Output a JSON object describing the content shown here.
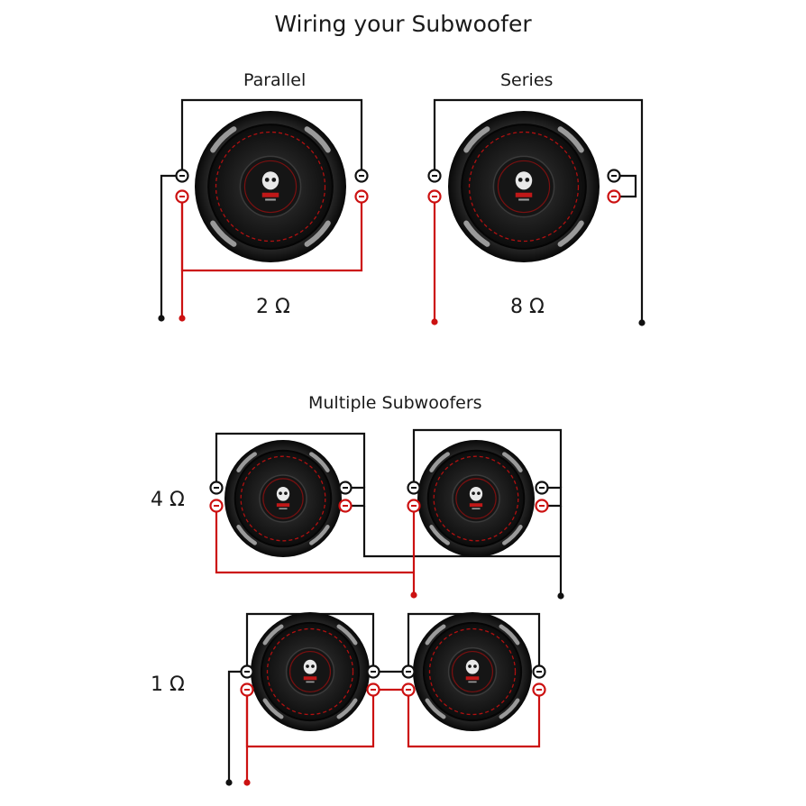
{
  "title": "Wiring  your Subwoofer",
  "sections": {
    "parallel": {
      "label": "Parallel",
      "ohm": "2 Ω"
    },
    "series": {
      "label": "Series",
      "ohm": "8 Ω"
    },
    "multiple": {
      "label": "Multiple Subwoofers"
    },
    "four_ohm": {
      "ohm": "4 Ω"
    },
    "one_ohm": {
      "ohm": "1 Ω"
    }
  },
  "colors": {
    "wire_neg": "#111111",
    "wire_pos": "#cc1111",
    "speaker_body": "#1c1c1c",
    "accent": "#b01010"
  },
  "icons": [
    "subwoofer-icon",
    "skull-logo-icon",
    "terminal-icon"
  ]
}
